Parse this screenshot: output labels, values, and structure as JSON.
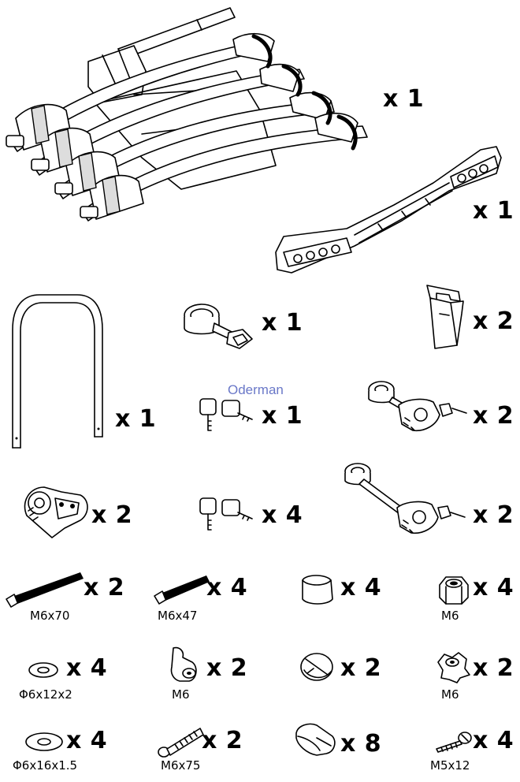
{
  "watermark": "Oderman",
  "parts": [
    {
      "id": "carrier",
      "qty": "x 1",
      "icon": "bike-carrier-rack-icon"
    },
    {
      "id": "beam",
      "qty": "x 1",
      "icon": "light-bar-icon"
    },
    {
      "id": "frame",
      "qty": "x 1",
      "icon": "u-frame-icon"
    },
    {
      "id": "strap",
      "qty": "x 1",
      "icon": "strap-icon"
    },
    {
      "id": "clip",
      "qty": "x 2",
      "icon": "clip-icon"
    },
    {
      "id": "keys1",
      "qty": "x 1",
      "icon": "key-pair-icon"
    },
    {
      "id": "arm_short",
      "qty": "x 2",
      "icon": "frame-holder-short-icon"
    },
    {
      "id": "ratchet",
      "qty": "x 2",
      "icon": "ratchet-icon"
    },
    {
      "id": "keys4",
      "qty": "x 4",
      "icon": "key-pair-icon"
    },
    {
      "id": "arm_long",
      "qty": "x 2",
      "icon": "frame-holder-long-icon"
    },
    {
      "id": "bolt_m6x70",
      "qty": "x 2",
      "label": "M6x70",
      "icon": "bolt-icon"
    },
    {
      "id": "bolt_m6x47",
      "qty": "x 4",
      "label": "M6x47",
      "icon": "bolt-icon"
    },
    {
      "id": "cap",
      "qty": "x 4",
      "icon": "end-cap-icon"
    },
    {
      "id": "nut_m6",
      "qty": "x 4",
      "label": "M6",
      "icon": "hex-nut-icon"
    },
    {
      "id": "washer_small",
      "qty": "x 4",
      "label": "Φ6x12x2",
      "icon": "washer-icon"
    },
    {
      "id": "wing_m6",
      "qty": "x 2",
      "label": "M6",
      "icon": "wing-knob-icon"
    },
    {
      "id": "knob_round",
      "qty": "x 2",
      "icon": "round-knob-icon"
    },
    {
      "id": "star_m6",
      "qty": "x 2",
      "label": "M6",
      "icon": "star-knob-icon"
    },
    {
      "id": "washer_large",
      "qty": "x 4",
      "label": "Φ6x16x1.5",
      "icon": "washer-icon"
    },
    {
      "id": "bolt_m6x75",
      "qty": "x 2",
      "label": "M6x75",
      "icon": "carriage-bolt-icon"
    },
    {
      "id": "pad",
      "qty": "x 8",
      "icon": "rubber-pad-icon"
    },
    {
      "id": "screw_m5x12",
      "qty": "x 4",
      "label": "M5x12",
      "icon": "screw-icon"
    }
  ]
}
